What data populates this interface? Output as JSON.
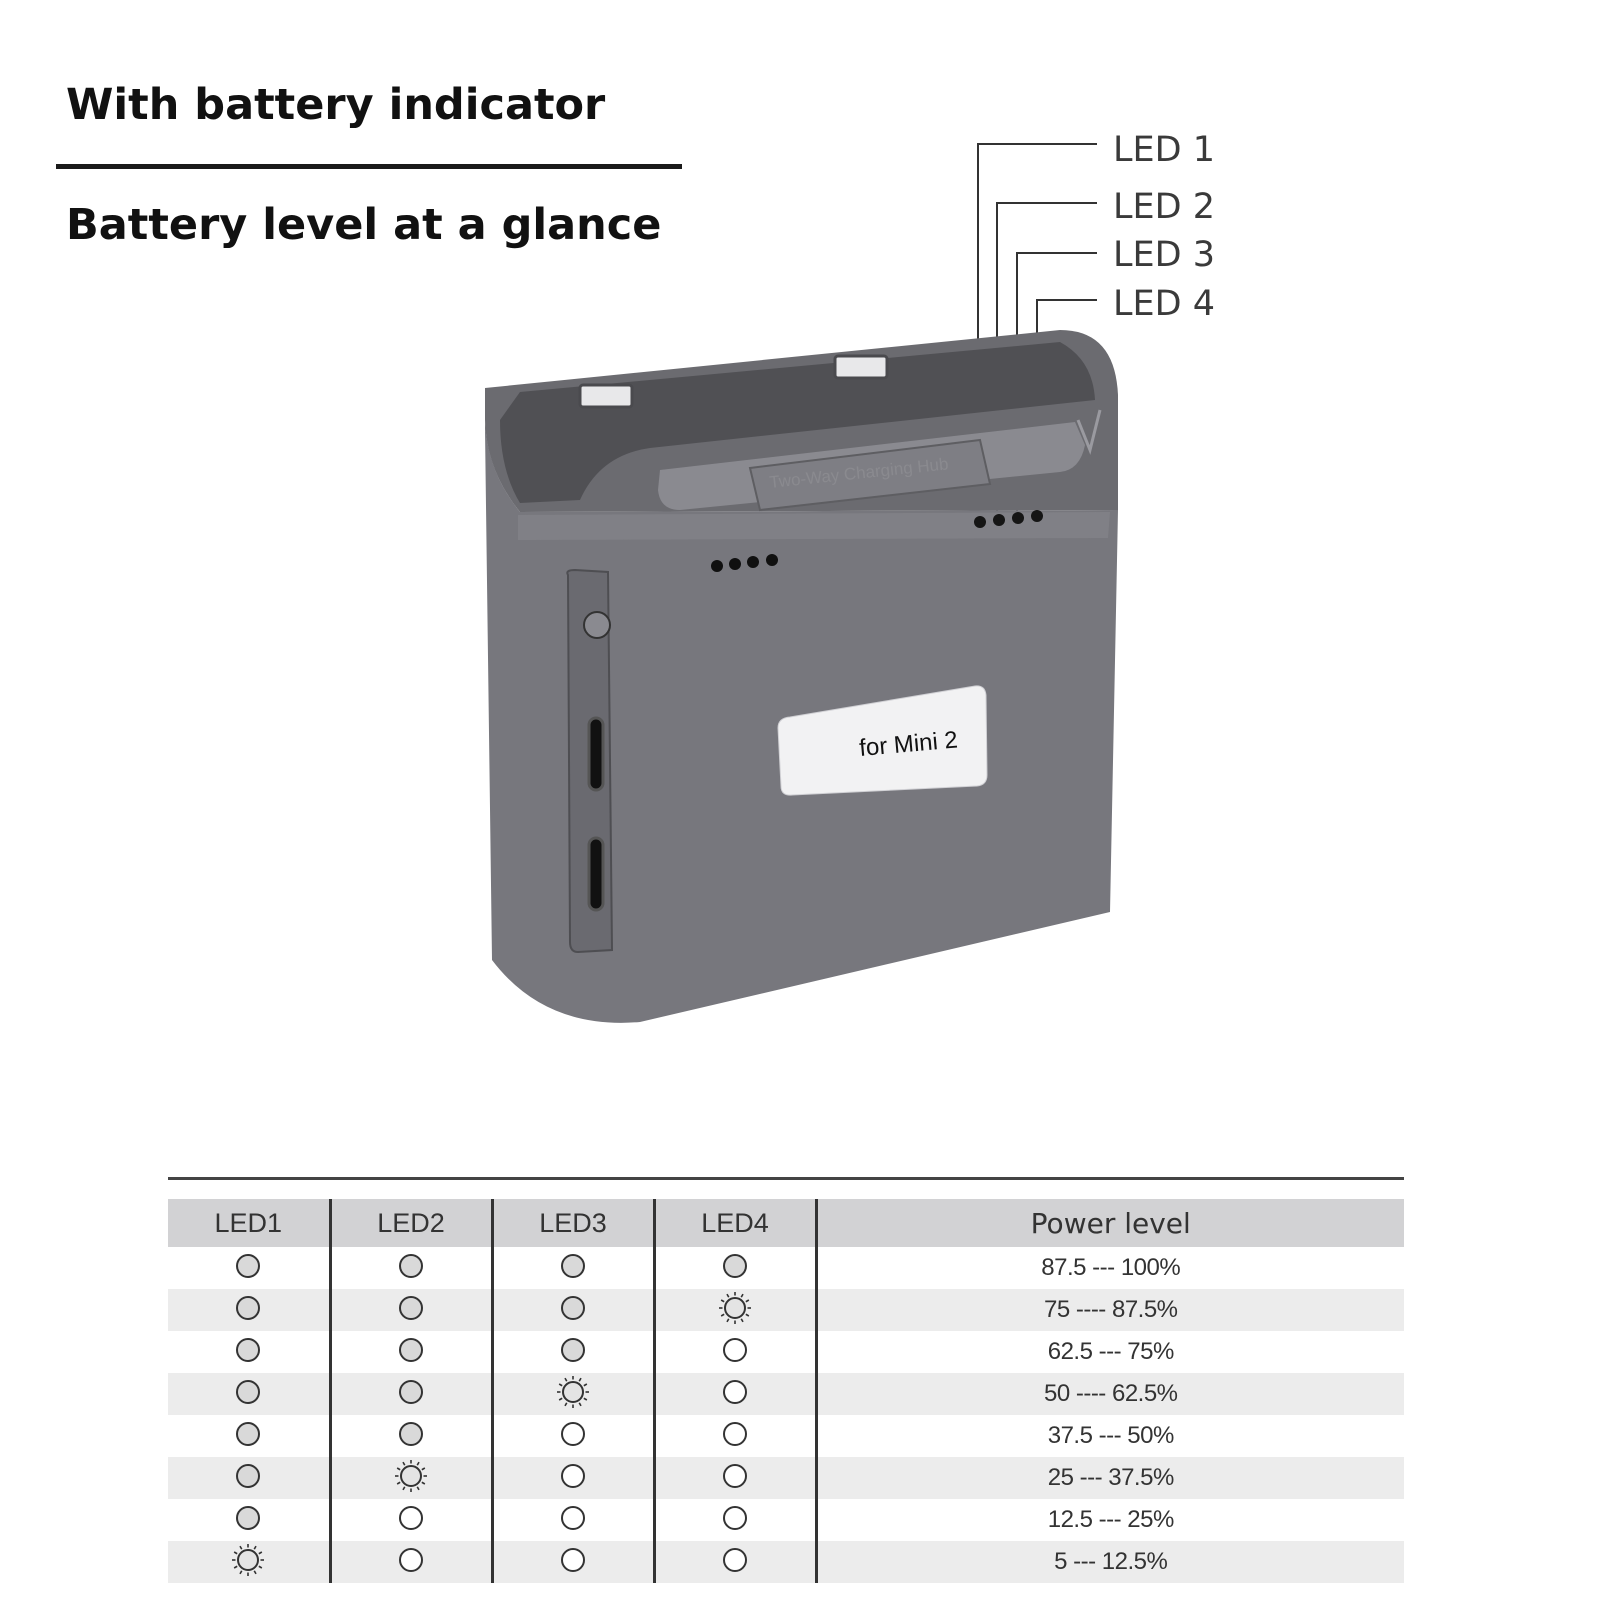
{
  "header": {
    "title": "With battery indicator",
    "subtitle": "Battery level at a glance"
  },
  "product": {
    "led_labels": [
      "LED 1",
      "LED 2",
      "LED 3",
      "LED 4"
    ],
    "hub_text": "Two-Way  Charging  Hub",
    "plate_text": "for Mini 2",
    "colors": {
      "body": "#77777d",
      "top_rim": "#6b6b70",
      "inner": "#505054",
      "plate": "#f2f2f3"
    }
  },
  "table": {
    "headers": [
      "LED1",
      "LED2",
      "LED3",
      "LED4",
      "Power level"
    ],
    "rows": [
      {
        "leds": [
          "solid",
          "solid",
          "solid",
          "solid"
        ],
        "level": "87.5 --- 100%"
      },
      {
        "leds": [
          "solid",
          "solid",
          "solid",
          "blinking"
        ],
        "level": "75 ---- 87.5%"
      },
      {
        "leds": [
          "solid",
          "solid",
          "solid",
          "off"
        ],
        "level": "62.5 --- 75%"
      },
      {
        "leds": [
          "solid",
          "solid",
          "blinking",
          "off"
        ],
        "level": "50 ---- 62.5%"
      },
      {
        "leds": [
          "solid",
          "solid",
          "off",
          "off"
        ],
        "level": "37.5 --- 50%"
      },
      {
        "leds": [
          "solid",
          "blinking",
          "off",
          "off"
        ],
        "level": "25 --- 37.5%"
      },
      {
        "leds": [
          "solid",
          "off",
          "off",
          "off"
        ],
        "level": "12.5 --- 25%"
      },
      {
        "leds": [
          "blinking",
          "off",
          "off",
          "off"
        ],
        "level": "5 --- 12.5%"
      }
    ]
  }
}
